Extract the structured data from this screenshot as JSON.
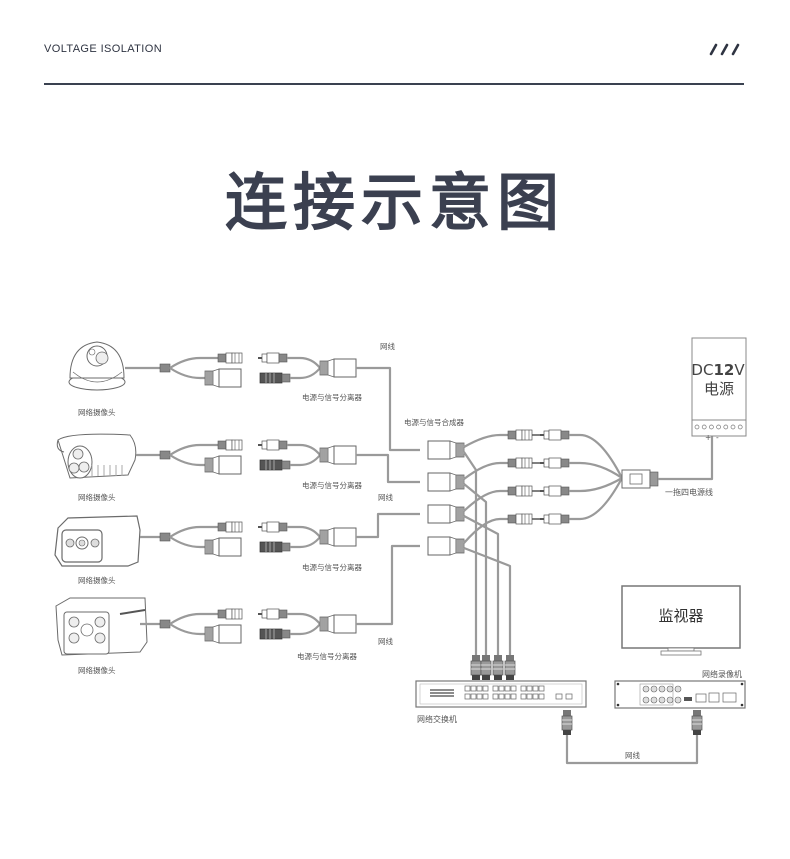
{
  "header": {
    "section_label": "VOLTAGE ISOLATION",
    "decor_icon": "triple-slash-icon"
  },
  "title": "连接示意图",
  "diagram": {
    "cameras": [
      {
        "type": "dome",
        "label": "网络摄像头"
      },
      {
        "type": "bullet",
        "label": "网络摄像头"
      },
      {
        "type": "box-bullet",
        "label": "网络摄像头"
      },
      {
        "type": "large-bullet",
        "label": "网络摄像头"
      }
    ],
    "splitter_label": "电源与信号分离器",
    "splitters": [
      "电源与信号分离器",
      "电源与信号分离器",
      "电源与信号分离器",
      "电源与信号分离器"
    ],
    "combiner_label": "电源与信号合成器",
    "cable_labels": [
      "网线",
      "网线",
      "网线"
    ],
    "power_supply": {
      "line1_prefix": "DC",
      "line1_bold": "12",
      "line1_suffix": "V",
      "line2": "电源",
      "terminals": [
        "+",
        "-"
      ]
    },
    "power_cable_label": "一拖四电源线",
    "monitor_label": "监视器",
    "switch_label": "网络交换机",
    "nvr_label": "网络录像机",
    "bottom_cable_label": "网线",
    "colors": {
      "line": "#9a9a9a",
      "stroke": "#6b6b6b",
      "text": "#2f3442"
    }
  }
}
